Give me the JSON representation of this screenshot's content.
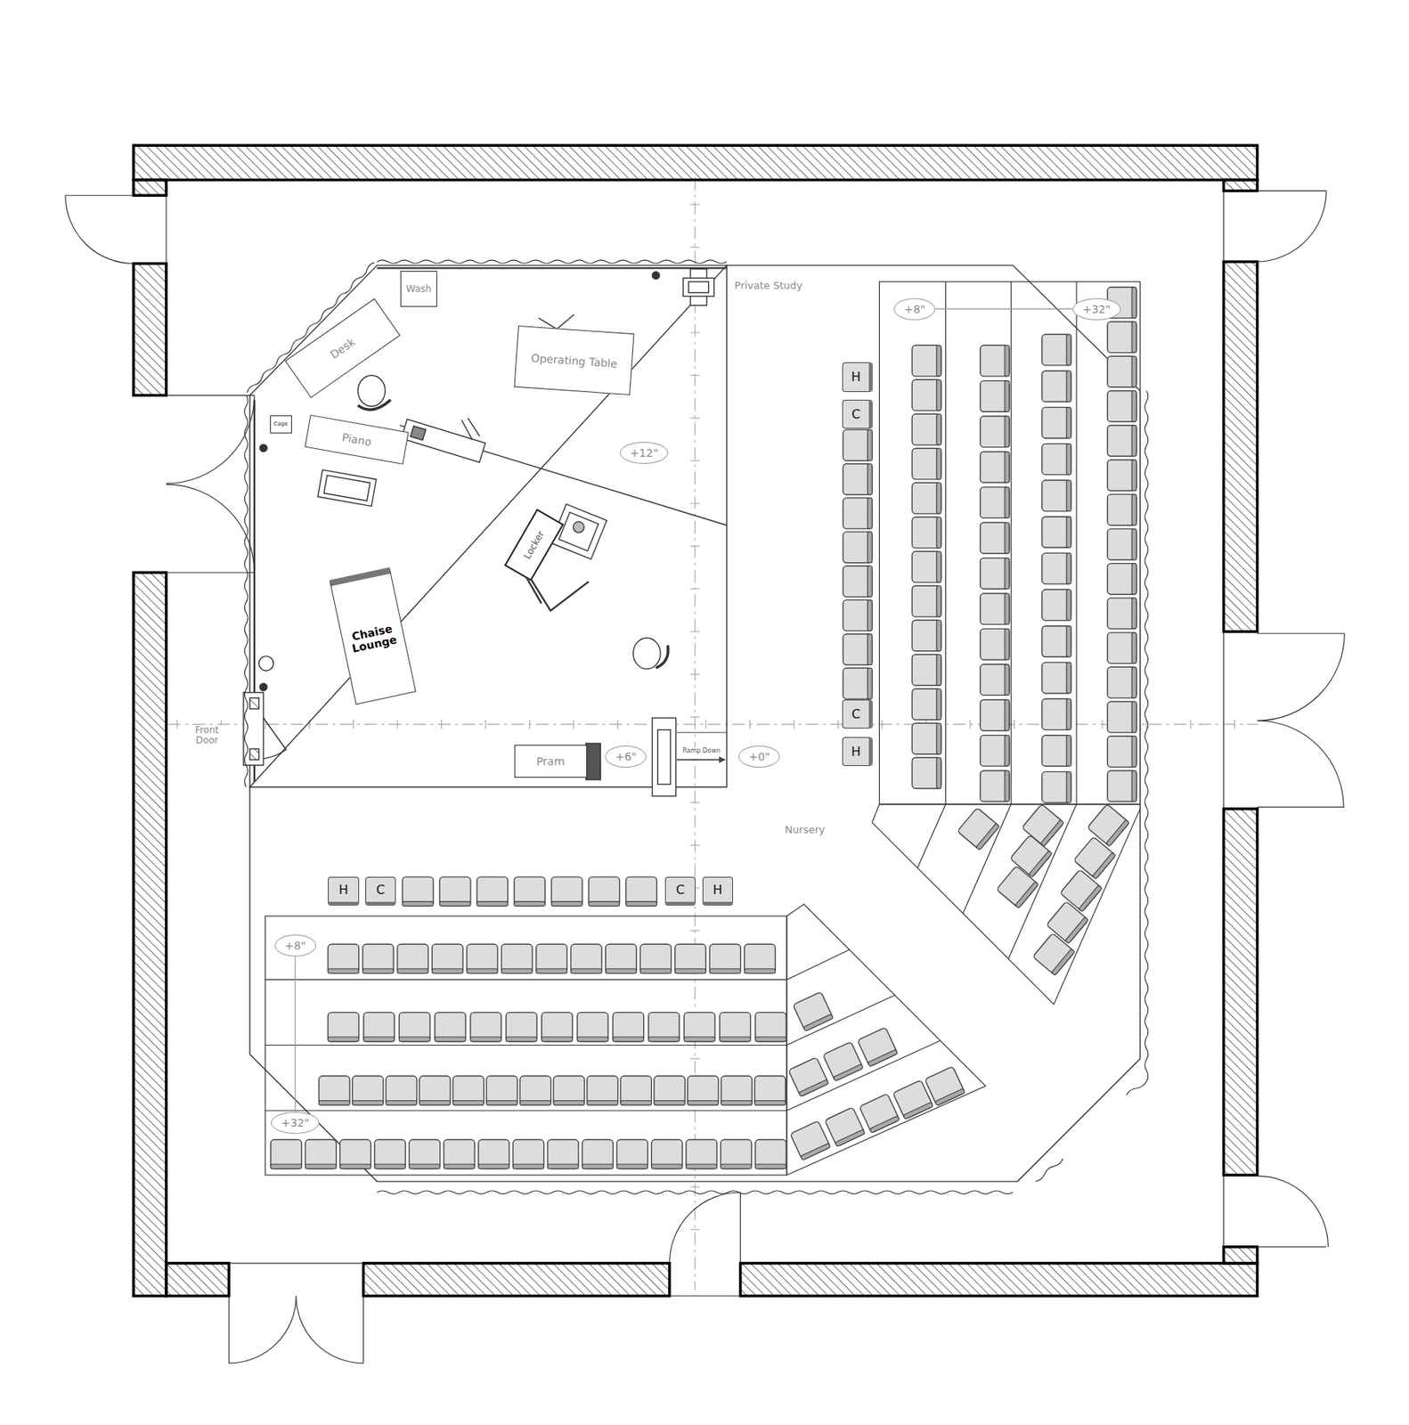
{
  "diagram": {
    "nodes": [
      {
        "text": [
          "Wash"
        ]
      },
      {
        "text": [
          "+8\""
        ]
      },
      {
        "text": [
          "+32\""
        ]
      },
      {
        "text": [
          "Operating Table"
        ]
      },
      {
        "text": [
          "Desk"
        ]
      },
      {
        "text": [
          "H"
        ]
      },
      {
        "text": [
          "C"
        ]
      },
      {
        "text": [
          "Cage"
        ]
      },
      {
        "text": [
          "Piano"
        ]
      },
      {
        "text": [
          "+12\""
        ]
      },
      {
        "text": [
          "Locker"
        ]
      },
      {
        "text": [
          "Chaise Lounge"
        ]
      },
      {
        "text": [
          "C"
        ]
      },
      {
        "text": [
          "Pram"
        ]
      },
      {
        "text": [
          "+6\""
        ]
      },
      {
        "text": [
          "+0\""
        ]
      },
      {
        "text": [
          "H"
        ]
      },
      {
        "text": [
          "H"
        ]
      },
      {
        "text": [
          "C"
        ]
      },
      {
        "text": [
          "C"
        ]
      },
      {
        "text": [
          "H"
        ]
      },
      {
        "text": [
          "+8\""
        ]
      },
      {
        "text": [
          "+32\""
        ]
      }
    ],
    "edges": [
      {
        "from": 1,
        "to": 2,
        "arrow": "none"
      },
      {
        "from": 21,
        "to": 22,
        "arrow": "none"
      }
    ],
    "labels": [
      "Private Study",
      "Front Door",
      "Ramp Down",
      "Nursery"
    ]
  }
}
